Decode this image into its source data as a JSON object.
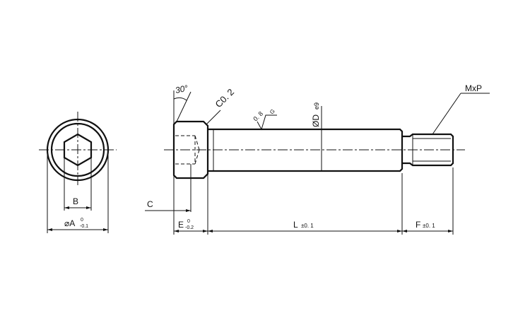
{
  "drawing": {
    "labels": {
      "angle": "30°",
      "chamfer": "C0. 2",
      "thread": "MxP",
      "roughness": "0. 8",
      "roughness_mark": "G",
      "shaft_dia": "ØD",
      "shaft_tol": "e9",
      "hex_size": "B",
      "head_dia": "⌀A",
      "head_dia_tol_upper": "0",
      "head_dia_tol_lower": "-0.1",
      "head_height": "C",
      "head_length": "E",
      "head_len_tol_upper": "0",
      "head_len_tol_lower": "-0.2",
      "length": "L",
      "length_tol": "±0. 1",
      "thread_len": "F",
      "thread_len_tol": "±0. 1"
    }
  }
}
